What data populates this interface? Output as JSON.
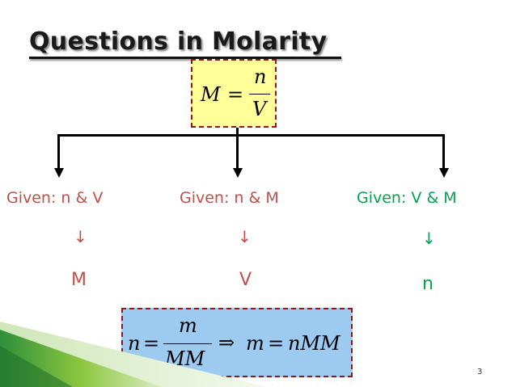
{
  "slide": {
    "title": "Questions in Molarity",
    "page_number": "3"
  },
  "top_formula": {
    "lhs": "M",
    "equals": "=",
    "numerator": "n",
    "denominator": "V"
  },
  "branches": [
    {
      "given": "Given: n & V",
      "arrow": "↓",
      "result": "M",
      "color": "#c0504d"
    },
    {
      "given": "Given: n & M",
      "arrow": "↓",
      "result": "V",
      "color": "#c0504d"
    },
    {
      "given": "Given:  V & M",
      "arrow": "↓",
      "result": "n",
      "color": "#00a550"
    }
  ],
  "bottom_formula": {
    "lhs": "n",
    "equals": "=",
    "numerator": "m",
    "denominator": "MM",
    "implies": "⇒",
    "rhs_var": "m",
    "rhs_equals": "=",
    "rhs_expr": "nMM"
  },
  "colors": {
    "top_formula_fill": "#ffff99",
    "bottom_formula_fill": "#9ccaf0",
    "box_border": "#8b1a1a"
  }
}
